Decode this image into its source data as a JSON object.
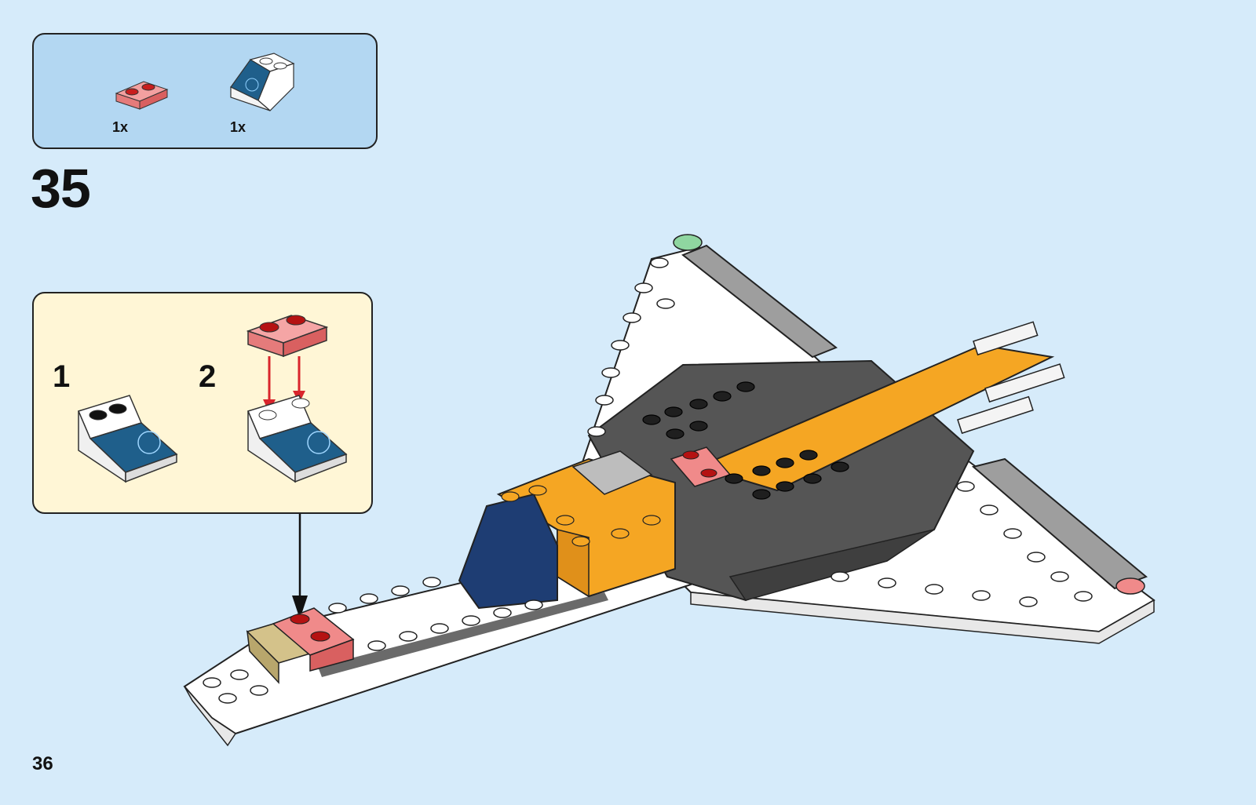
{
  "parts_list": {
    "items": [
      {
        "part": "trans-red-plate-1x2",
        "quantity": "1x"
      },
      {
        "part": "white-slope-2x2-radar-print",
        "quantity": "1x"
      }
    ]
  },
  "step": {
    "number": "35",
    "substeps": [
      {
        "number": "1"
      },
      {
        "number": "2"
      }
    ]
  },
  "page": {
    "number": "36"
  },
  "colors": {
    "background": "#d6ebfa",
    "parts_box": "#b3d7f2",
    "substep_box": "#fff6d6",
    "arrow_red": "#d9252c",
    "highlight_brick": "#f08a8a"
  },
  "icons": [
    "trans-red-plate",
    "radar-slope-brick",
    "jet-model",
    "arrow-down-icon"
  ]
}
